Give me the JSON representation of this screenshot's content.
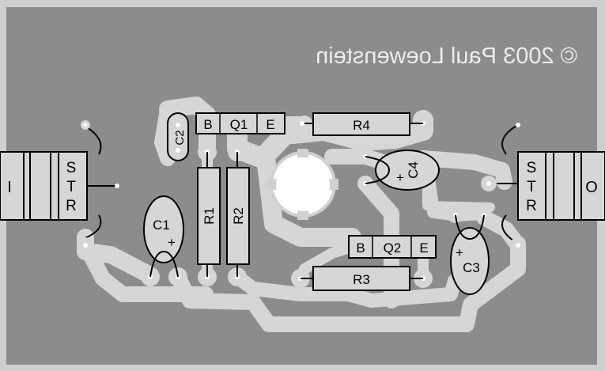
{
  "copyright": "© 2003 Paul Loewenstein",
  "connectors": {
    "input": {
      "ring": "I",
      "letters": [
        "S",
        "T",
        "R"
      ]
    },
    "output": {
      "ring": "O",
      "letters": [
        "S",
        "T",
        "R"
      ]
    }
  },
  "transistors": {
    "q1": {
      "b": "B",
      "name": "Q1",
      "e": "E"
    },
    "q2": {
      "b": "B",
      "name": "Q2",
      "e": "E"
    }
  },
  "resistors": {
    "r1": "R1",
    "r2": "R2",
    "r3": "R3",
    "r4": "R4"
  },
  "capacitors": {
    "c1": "C1",
    "c2": "C2",
    "c3": "C3",
    "c4": "C4",
    "plus": "+"
  },
  "colors": {
    "board": "#cfcfcf",
    "ground": "#8c8c8c",
    "trace": "#d6d6d6",
    "outline": "#000000",
    "part": "#c8c8c8"
  }
}
